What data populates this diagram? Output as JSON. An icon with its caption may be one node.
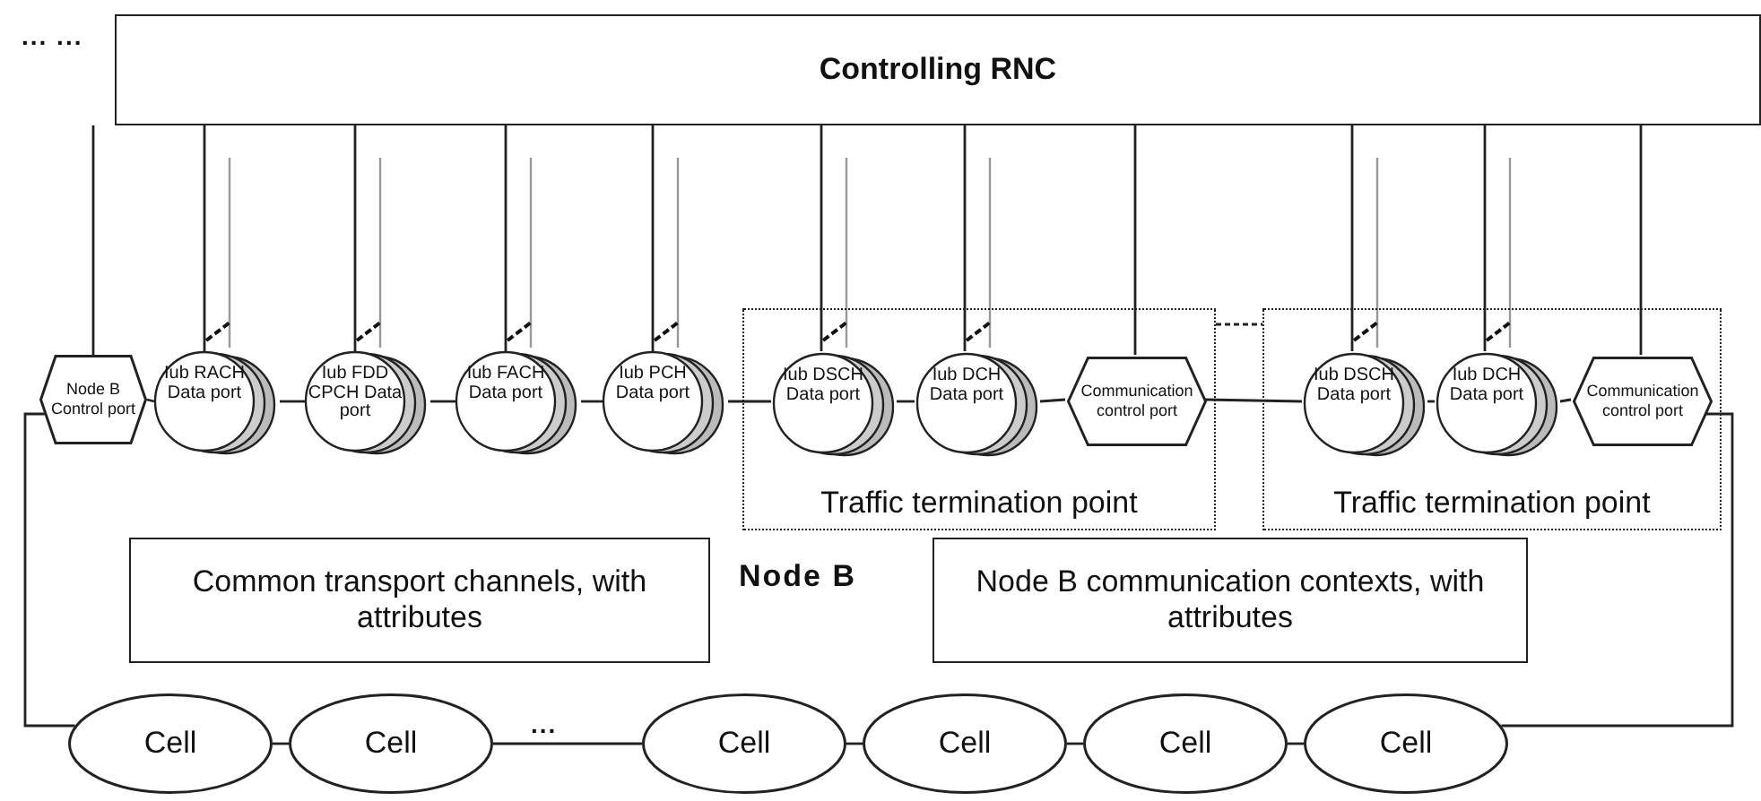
{
  "diagram": {
    "nodes": [
      {
        "text": [
          "Controlling RNC"
        ]
      },
      {
        "text": [
          "Node B Control port"
        ]
      },
      {
        "text": [
          "Iub RACH Data port"
        ]
      },
      {
        "text": [
          "Iub FDD CPCH Data port"
        ]
      },
      {
        "text": [
          "Iub FACH Data port"
        ]
      },
      {
        "text": [
          "Iub PCH Data port"
        ]
      },
      {
        "text": [
          "Traffic termination point"
        ]
      },
      {
        "text": [
          "Iub DSCH Data port"
        ],
        "in": 6
      },
      {
        "text": [
          "Iub DCH Data port"
        ],
        "in": 6
      },
      {
        "text": [
          "Communication control port"
        ],
        "in": 6
      },
      {
        "text": [
          "Traffic termination point"
        ]
      },
      {
        "text": [
          "Iub DSCH Data port"
        ],
        "in": 10
      },
      {
        "text": [
          "Iub DCH Data port"
        ],
        "in": 10
      },
      {
        "text": [
          "Communication control port"
        ],
        "in": 10
      },
      {
        "text": [
          "Common transport channels, with attributes"
        ]
      },
      {
        "text": [
          "Node B communication contexts, with attributes"
        ]
      },
      {
        "text": [
          "Cell"
        ]
      },
      {
        "text": [
          "Cell"
        ]
      },
      {
        "text": [
          "Cell"
        ]
      },
      {
        "text": [
          "Cell"
        ]
      },
      {
        "text": [
          "Cell"
        ]
      },
      {
        "text": [
          "Cell"
        ]
      }
    ],
    "edges": [
      {
        "from": 0,
        "to": 1,
        "arrow": "none"
      },
      {
        "from": 0,
        "to": 2,
        "arrow": "none"
      },
      {
        "from": 0,
        "to": 3,
        "arrow": "none"
      },
      {
        "from": 0,
        "to": 4,
        "arrow": "none"
      },
      {
        "from": 0,
        "to": 5,
        "arrow": "none"
      },
      {
        "from": 0,
        "to": 7,
        "arrow": "none"
      },
      {
        "from": 0,
        "to": 8,
        "arrow": "none"
      },
      {
        "from": 0,
        "to": 9,
        "arrow": "none"
      },
      {
        "from": 0,
        "to": 11,
        "arrow": "none"
      },
      {
        "from": 0,
        "to": 12,
        "arrow": "none"
      },
      {
        "from": 0,
        "to": 13,
        "arrow": "none"
      },
      {
        "from": 1,
        "to": 2,
        "arrow": "none"
      },
      {
        "from": 2,
        "to": 3,
        "arrow": "none"
      },
      {
        "from": 3,
        "to": 4,
        "arrow": "none"
      },
      {
        "from": 4,
        "to": 5,
        "arrow": "none"
      },
      {
        "from": 5,
        "to": 7,
        "arrow": "none"
      },
      {
        "from": 7,
        "to": 8,
        "arrow": "none"
      },
      {
        "from": 8,
        "to": 9,
        "arrow": "none"
      },
      {
        "from": 9,
        "to": 11,
        "arrow": "none"
      },
      {
        "from": 11,
        "to": 12,
        "arrow": "none"
      },
      {
        "from": 12,
        "to": 13,
        "arrow": "none"
      },
      {
        "from": 6,
        "to": 10,
        "arrow": "none",
        "style": "dashed"
      },
      {
        "from": 1,
        "to": 16,
        "arrow": "none"
      },
      {
        "from": 13,
        "to": 21,
        "arrow": "none"
      },
      {
        "from": 16,
        "to": 17,
        "arrow": "none"
      },
      {
        "from": 17,
        "to": 18,
        "arrow": "none"
      },
      {
        "from": 18,
        "to": 19,
        "arrow": "none"
      },
      {
        "from": 19,
        "to": 20,
        "arrow": "none"
      },
      {
        "from": 20,
        "to": 21,
        "arrow": "none"
      }
    ],
    "labels": [
      "... ...",
      "Node B",
      "..."
    ]
  }
}
